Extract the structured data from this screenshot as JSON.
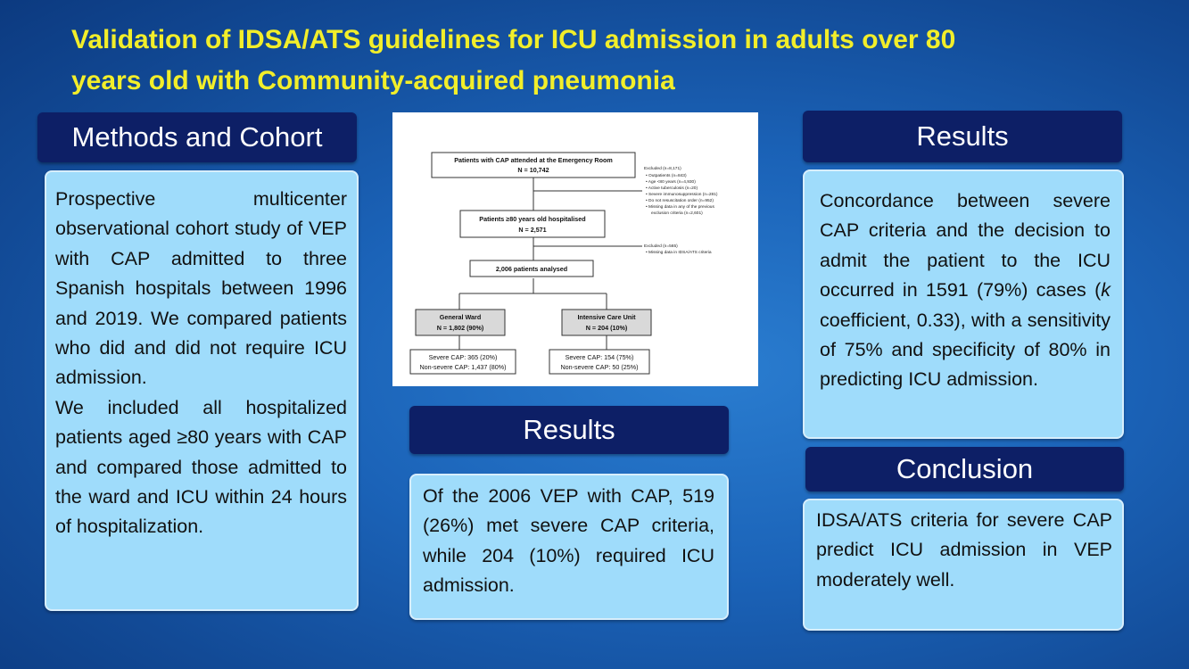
{
  "title": {
    "line1": "Validation of IDSA/ATS guidelines for ICU admission in adults over 80",
    "line2": "years old with Community-acquired pneumonia"
  },
  "methods": {
    "header": "Methods and Cohort",
    "para1": "Prospective multicenter observational cohort study of VEP with CAP admitted to three Spanish hospitals between 1996 and 2019. We compared patients who did and did not require ICU admission.",
    "para2": "We included all hospitalized patients aged ≥80 years with CAP and compared those admitted to the ward and ICU within 24 hours of hospitalization."
  },
  "flowchart": {
    "top_title": "Patients with CAP attended at the Emergency Room",
    "top_n": "N = 10,742",
    "excl1_title": "Excluded (n=8,171)",
    "excl1_items": [
      "Outpatients (n=843)",
      "Age <80 years (n=4,930)",
      "Active tuberculosis (n=20)",
      "Severe immunosuppression (n=281)",
      "Do not resuscitation order (n=952)",
      "Missing data in any of the previous",
      "exclusion criteria (n=2,601)"
    ],
    "mid_title": "Patients ≥80 years old hospitalised",
    "mid_n": "N = 2,571",
    "excl2_title": "Excluded (n=565)",
    "excl2_item": "Missing data in IDSA/ATS criteria",
    "analysed": "2,006 patients analysed",
    "ward_title": "General Ward",
    "ward_n": "N = 1,802 (90%)",
    "icu_title": "Intensive Care Unit",
    "icu_n": "N = 204 (10%)",
    "ward_severe": "Severe CAP: 365 (20%)",
    "ward_nonsevere": "Non-severe CAP: 1,437 (80%)",
    "icu_severe": "Severe CAP: 154 (75%)",
    "icu_nonsevere": "Non-severe CAP: 50 (25%)"
  },
  "results_center": {
    "header": "Results",
    "text": "Of the 2006 VEP with CAP, 519 (26%) met severe CAP criteria, while 204 (10%) required ICU admission."
  },
  "results_right": {
    "header": "Results",
    "text_before": "Concordance between severe CAP criteria and the decision to admit the patient to the ICU occurred in 1591 (79%) cases (",
    "k": "k",
    "text_after": " coefficient, 0.33), with a sensitivity of 75% and specificity of 80% in predicting ICU admission."
  },
  "conclusion": {
    "header": "Conclusion",
    "text": "IDSA/ATS criteria for severe CAP predict ICU admission in VEP moderately well."
  },
  "colors": {
    "title": "#f2ee2a",
    "header_bg": "#0d1f66",
    "box_bg": "#9fdcfb",
    "background": "#1b63b8"
  }
}
